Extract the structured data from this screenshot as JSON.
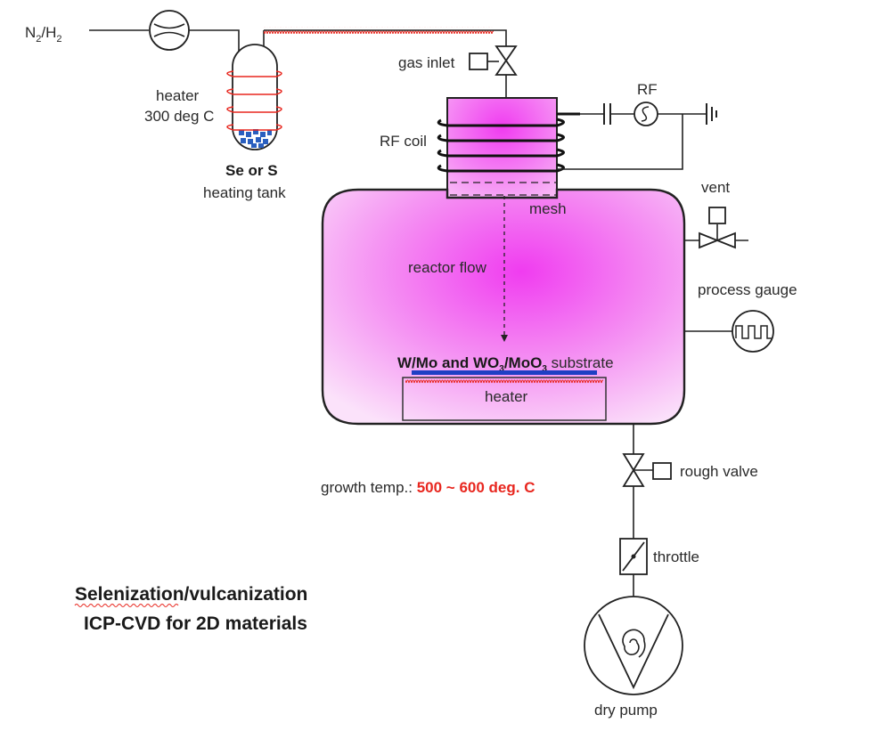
{
  "labels": {
    "gas_source": "N",
    "gas_source_sub1": "2",
    "gas_source_mid": "/H",
    "gas_source_sub2": "2",
    "heater_top_1": "heater",
    "heater_top_2": "300 deg C",
    "tank_1": "Se or S",
    "tank_2": "heating tank",
    "gas_inlet": "gas inlet",
    "rf": "RF",
    "rf_coil": "RF coil",
    "mesh": "mesh",
    "vent": "vent",
    "reactor_flow": "reactor flow",
    "process_gauge": "process gauge",
    "substrate_bold": "W/Mo and WO",
    "substrate_sub1": "3",
    "substrate_mid": "/MoO",
    "substrate_sub2": "3",
    "substrate_rest": " substrate",
    "heater_bottom": "heater",
    "rough_valve": "rough valve",
    "growth_label": "growth temp.: ",
    "growth_value": "500 ~ 600 deg. C",
    "throttle": "throttle",
    "dry_pump": "dry pump",
    "title_1": "Selenization/vulcanization",
    "title_2": "ICP-CVD for 2D materials"
  },
  "colors": {
    "plasma": "#f03cf0",
    "heater_coil": "#e8271f",
    "substrate": "#1f3fc4",
    "pellets": "#2a5fbf",
    "growth_value": "#e8271f"
  },
  "icons": [
    "mass-flow-controller-icon",
    "valve-icon",
    "capacitor-icon",
    "rf-source-icon",
    "ground-icon",
    "gauge-icon",
    "throttle-valve-icon",
    "dry-pump-icon"
  ]
}
